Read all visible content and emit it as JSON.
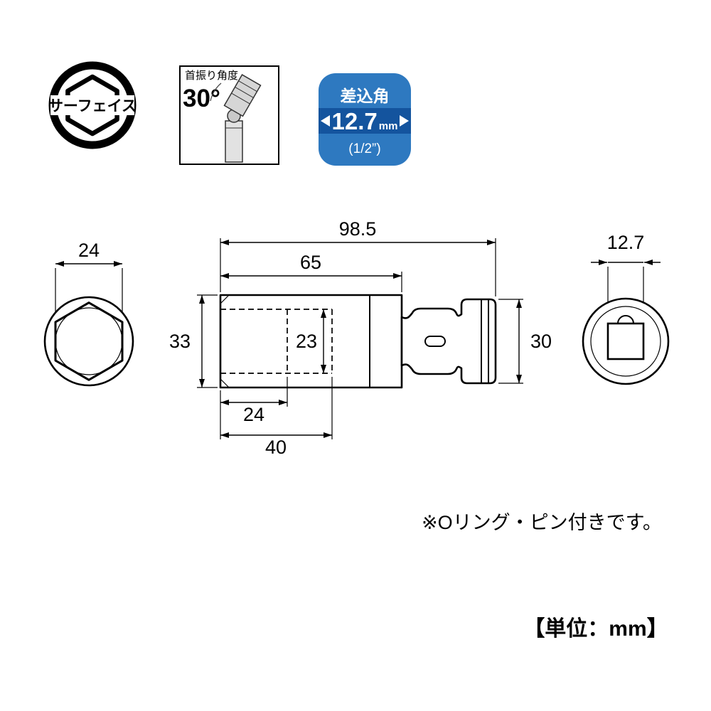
{
  "badges": {
    "surface": {
      "label": "サーフェイス"
    },
    "swing": {
      "title": "首振り角度",
      "angle": "30°"
    },
    "drive": {
      "title": "差込角",
      "size": "12.7",
      "unit": "mm",
      "fraction": "(1/2”)"
    }
  },
  "views": {
    "front": {
      "width_across_flats": "24"
    },
    "side": {
      "total_length": "98.5",
      "body_length": "65",
      "body_diameter": "33",
      "bore_diameter": "23",
      "hex_depth": "24",
      "bore_depth": "40",
      "drive_end_diameter": "30"
    },
    "rear": {
      "drive_size": "12.7"
    }
  },
  "notes": {
    "oring_pin": "※Oリング・ピン付きです。",
    "unit_label": "【単位：mm】"
  },
  "colors": {
    "badge_blue": "#2e79c0",
    "badge_blue_dark": "#14549e",
    "line": "#000000"
  }
}
